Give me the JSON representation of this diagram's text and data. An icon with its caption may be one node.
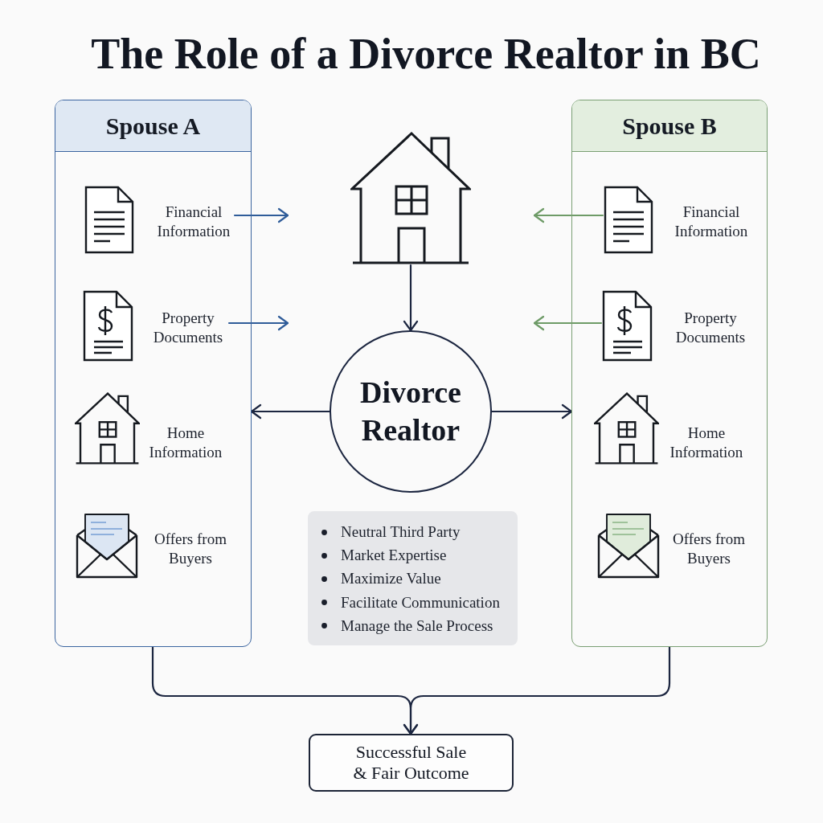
{
  "diagram": {
    "title": "The Role of a Divorce Realtor in BC",
    "nodes": [
      {
        "text": [
          "Spouse A"
        ]
      },
      {
        "text": [
          "Financial Information"
        ],
        "in": 0
      },
      {
        "text": [
          "Property Documents"
        ],
        "in": 0
      },
      {
        "text": [
          "Home Information"
        ],
        "in": 0
      },
      {
        "text": [
          "Offers from Buyers"
        ],
        "in": 0
      },
      {
        "text": [
          "Spouse B"
        ]
      },
      {
        "text": [
          "Financial Information"
        ],
        "in": 5
      },
      {
        "text": [
          "Property Documents"
        ],
        "in": 5
      },
      {
        "text": [
          "Home Information"
        ],
        "in": 5
      },
      {
        "text": [
          "Offers from Buyers"
        ],
        "in": 5
      },
      {
        "text": [],
        "shape": "picture"
      },
      {
        "text": [
          "Divorce Realtor"
        ]
      },
      {
        "text": [
          "Neutral Third Party",
          "Market Expertise",
          "Maximize Value",
          "Facilitate Communication",
          "Manage the Sale Process"
        ]
      },
      {
        "text": [
          "Successful Sale & Fair Outcome"
        ]
      }
    ],
    "edges": [
      {
        "from": 1,
        "to": null,
        "arrow": "to",
        "color": "#2f5c99"
      },
      {
        "from": 2,
        "to": null,
        "arrow": "to",
        "color": "#2f5c99"
      },
      {
        "from": 6,
        "to": null,
        "arrow": "to",
        "color": "#6e9b67"
      },
      {
        "from": 7,
        "to": null,
        "arrow": "to",
        "color": "#6e9b67"
      },
      {
        "from": 10,
        "to": 11,
        "arrow": "to"
      },
      {
        "from": 11,
        "to": 0,
        "arrow": "to"
      },
      {
        "from": 11,
        "to": 5,
        "arrow": "to"
      },
      {
        "from": 0,
        "to": 13,
        "arrow": "to"
      },
      {
        "from": 5,
        "to": 13,
        "arrow": "to"
      }
    ]
  }
}
